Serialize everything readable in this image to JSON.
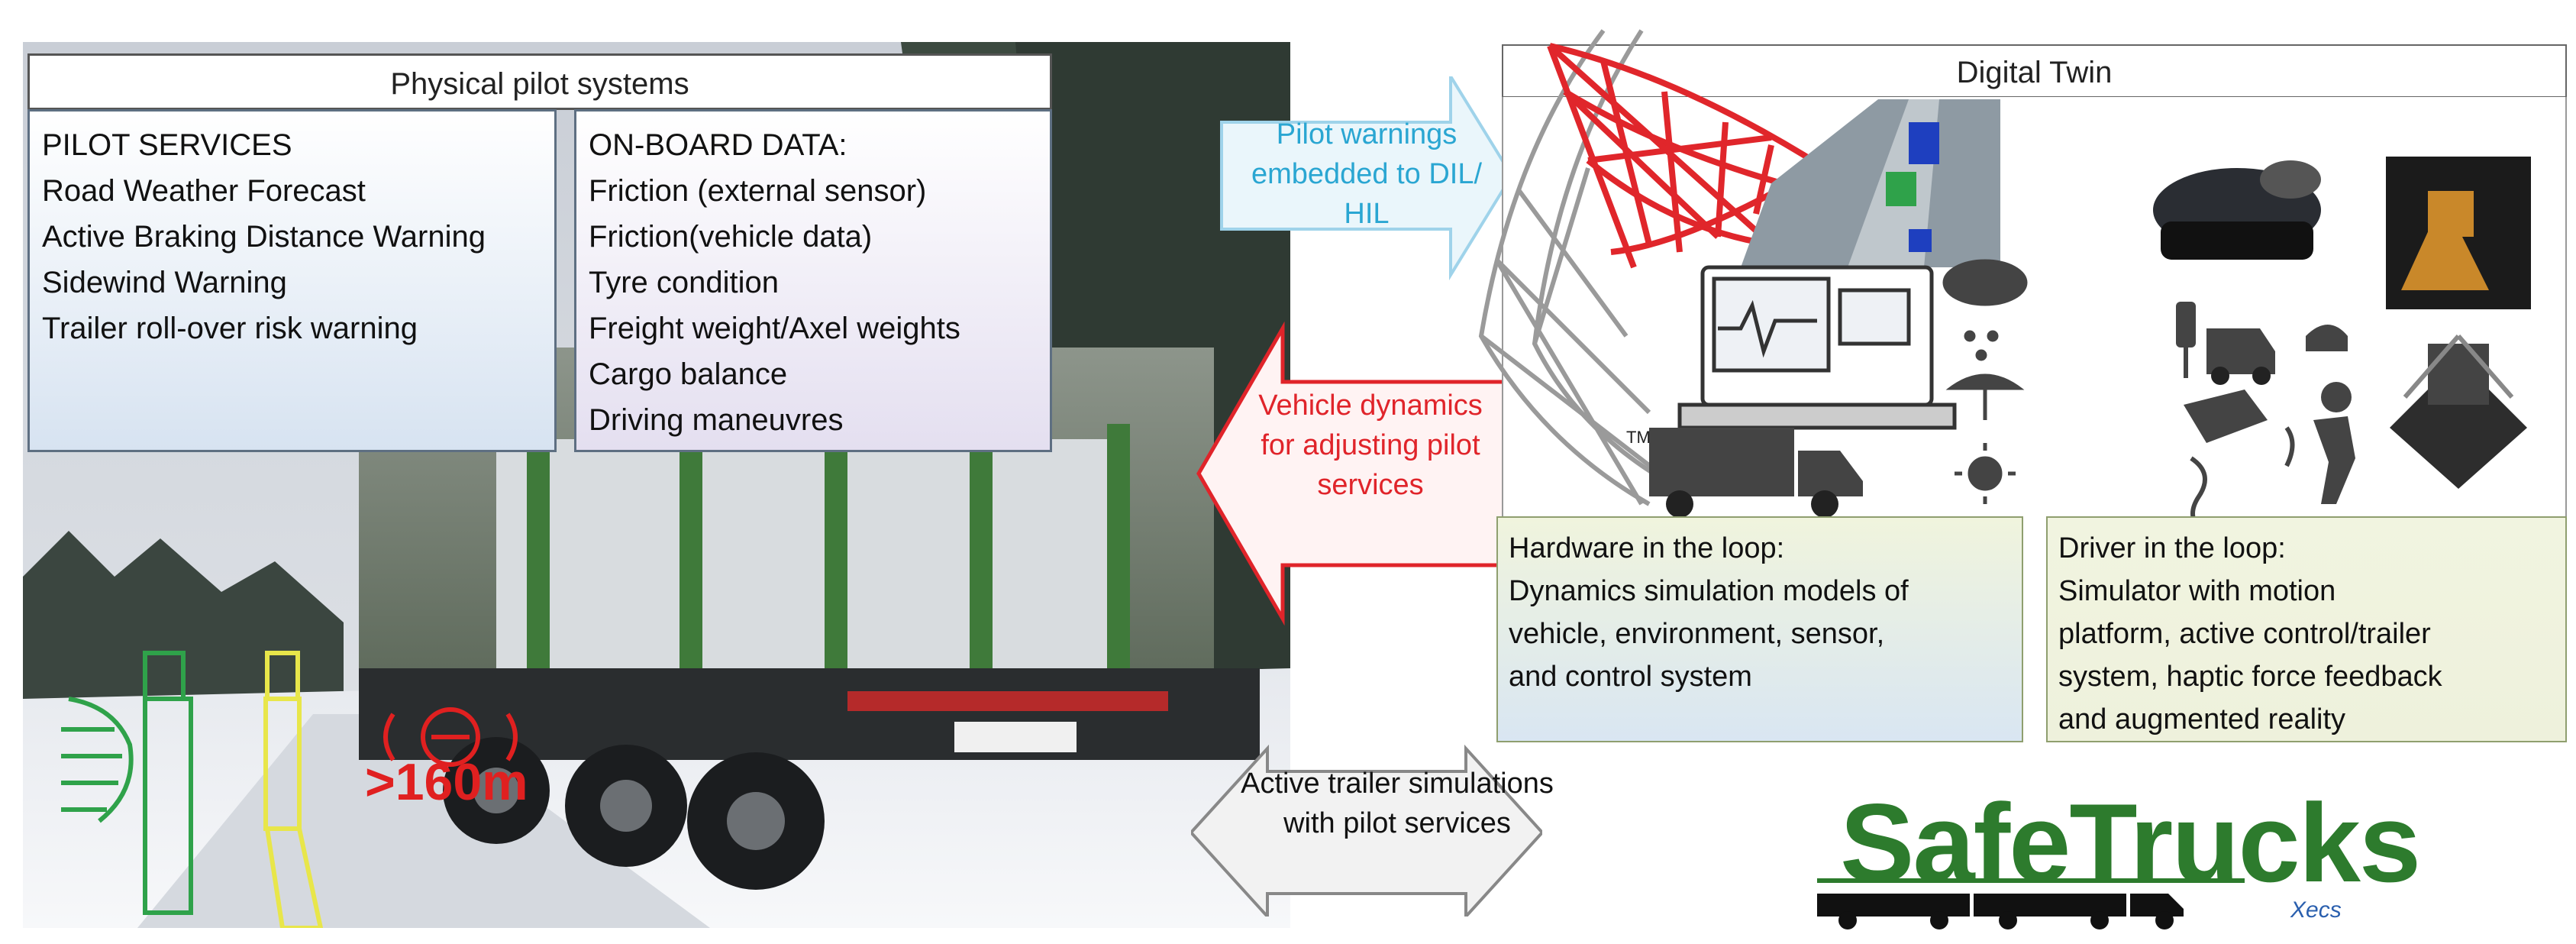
{
  "left": {
    "header": "Physical pilot systems",
    "pilot_services": {
      "heading": "PILOT SERVICES",
      "items": [
        "Road Weather Forecast",
        "Active Braking Distance Warning",
        "Sidewind Warning",
        "Trailer roll-over risk warning"
      ]
    },
    "onboard_data": {
      "heading": "ON-BOARD DATA:",
      "items": [
        "Friction (external sensor)",
        "Friction(vehicle data)",
        "Tyre condition",
        "Freight weight/Axel weights",
        "Cargo balance",
        "Driving maneuvres"
      ]
    },
    "speed_overlay": ">160m"
  },
  "arrows": {
    "pilot_warnings": [
      "Pilot warnings",
      "embedded to DIL/",
      "HIL"
    ],
    "vehicle_dynamics": [
      "Vehicle dynamics",
      "for adjusting pilot",
      "services"
    ],
    "active_trailer": [
      "Active trailer simulations",
      "with pilot services"
    ]
  },
  "right": {
    "header": "Digital Twin",
    "trademark": "TM",
    "hil": {
      "heading": "Hardware in the loop:",
      "lines": [
        "Dynamics simulation models of",
        "vehicle, environment, sensor,",
        "and control system"
      ]
    },
    "dil": {
      "heading": "Driver in the loop:",
      "lines": [
        "Simulator with motion",
        "platform, active control/trailer",
        "system, haptic force feedback",
        "and augmented reality"
      ]
    }
  },
  "logo": {
    "name": "SafeTrucks",
    "sub": "Xecs"
  },
  "colors": {
    "pilot_arrow": "#2aa6d2",
    "dynamics_arrow": "#e0242a",
    "logo_green": "#2d7b2d",
    "hud_green": "#2fa24a",
    "hud_yellow": "#e8e64a",
    "hud_red": "#e02020"
  },
  "icons": [
    "red-tower-logo-icon",
    "monitor-icon",
    "truck-icon",
    "weather-icon",
    "vr-headset-icon",
    "traffic-icon",
    "driver-icon",
    "motion-simulator-icon"
  ]
}
